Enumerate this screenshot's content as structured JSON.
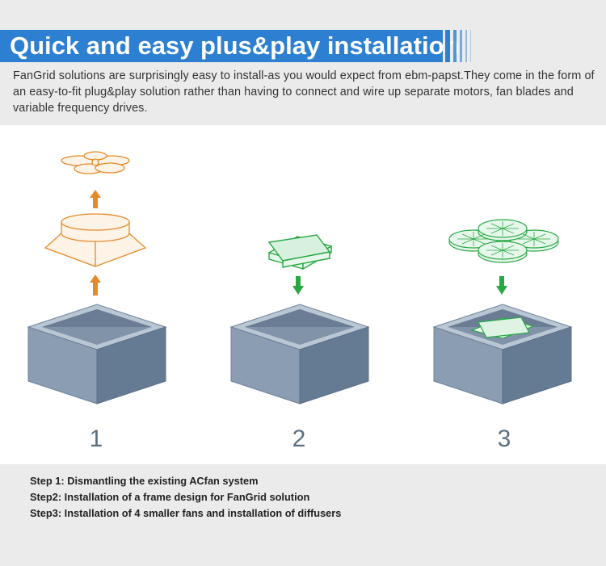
{
  "header": {
    "title": "Quick and easy plus&play installation"
  },
  "intro": {
    "text": "FanGrid solutions are surprisingly easy to install-as you would expect from ebm-papst.They come in the form of an easy-to-fit plug&play solution rather than having to connect and wire up separate motors, fan blades and variable frequency drives."
  },
  "steps": {
    "numbers": [
      "1",
      "2",
      "3"
    ],
    "lines": [
      "Step 1: Dismantling the existing ACfan system",
      "Step2: Installation of a frame design for FanGrid solution",
      "Step3: Installation of 4 smaller fans and installation of diffusers"
    ]
  },
  "colors": {
    "title_bar": "#2c7fd1",
    "orange": "#e58a2a",
    "green": "#27a844",
    "box_top": "#b9c6d4",
    "box_left": "#8a9db3",
    "box_right": "#657b94"
  },
  "icons": {
    "up_arrow": "arrow-up-icon",
    "down_arrow": "arrow-down-icon"
  }
}
